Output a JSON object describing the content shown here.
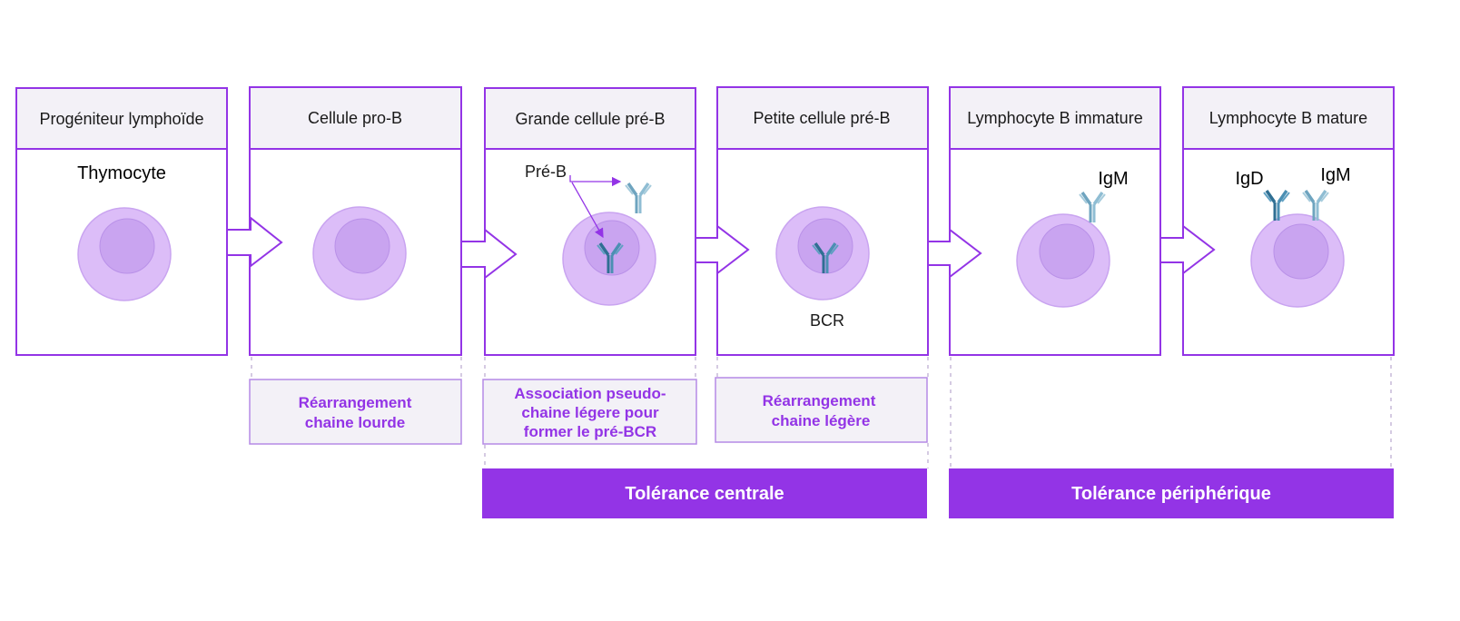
{
  "stages": [
    {
      "title": "Progéniteur lymphoïde",
      "label": "Thymocyte"
    },
    {
      "title": "Cellule pro-B"
    },
    {
      "title": "Grande cellule pré-B",
      "label": "Pré-B"
    },
    {
      "title": "Petite cellule pré-B",
      "label": "BCR"
    },
    {
      "title": "Lymphocyte B immature",
      "label": "IgM"
    },
    {
      "title": "Lymphocyte B mature",
      "label": "IgD",
      "label2": "IgM"
    }
  ],
  "steps": [
    {
      "lines": [
        "Réarrangement",
        "chaine lourde"
      ]
    },
    {
      "lines": [
        "Association pseudo-",
        "chaine légere pour",
        "former le pré-BCR"
      ]
    },
    {
      "lines": [
        "Réarrangement",
        "chaine légère"
      ]
    }
  ],
  "bands": [
    {
      "label": "Tolérance centrale"
    },
    {
      "label": "Tolérance périphérique"
    }
  ],
  "colors": {
    "border": "#9334e6",
    "header_fill": "#f3f1f7",
    "cell_outer": "#dcbdf8",
    "cell_inner": "#c9a4f0",
    "band": "#9334e6",
    "antibody_dark": "#3b7ea1",
    "antibody_light": "#7fb3cc"
  }
}
